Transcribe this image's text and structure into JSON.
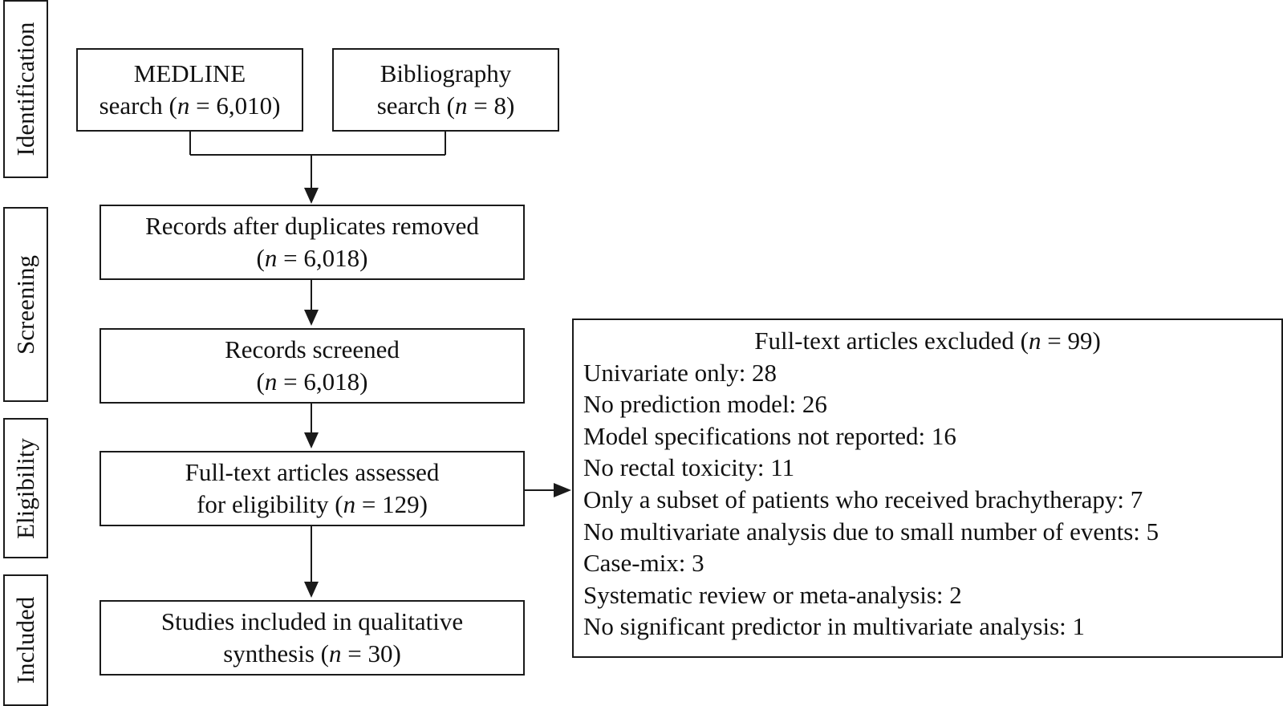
{
  "stages": {
    "identification": "Identification",
    "screening": "Screening",
    "eligibility": "Eligibility",
    "included": "Included"
  },
  "boxes": {
    "medline": {
      "line1": "MEDLINE",
      "line2_pre": "search (",
      "n_symbol": "n",
      "line2_post": " = 6,010)"
    },
    "bibliography": {
      "line1": "Bibliography",
      "line2_pre": "search (",
      "n_symbol": "n",
      "line2_post": " = 8)"
    },
    "after_duplicates": {
      "line1": "Records after duplicates removed",
      "line2_pre": "(",
      "n_symbol": "n",
      "line2_post": " = 6,018)"
    },
    "screened": {
      "line1": "Records screened",
      "line2_pre": "(",
      "n_symbol": "n",
      "line2_post": " = 6,018)"
    },
    "fulltext_assessed": {
      "line1": "Full-text articles assessed",
      "line2_pre": "for eligibility (",
      "n_symbol": "n",
      "line2_post": " = 129)"
    },
    "included_studies": {
      "line1": "Studies included in qualitative",
      "line2_pre": "synthesis (",
      "n_symbol": "n",
      "line2_post": " = 30)"
    }
  },
  "excluded": {
    "title_pre": "Full-text articles excluded (",
    "n_symbol": "n",
    "title_post": " = 99)",
    "reasons": [
      "Univariate only: 28",
      "No prediction model: 26",
      "Model specifications not reported: 16",
      "No rectal toxicity: 11",
      "Only a subset of patients who received brachytherapy: 7",
      "No multivariate analysis due to small number of events: 5",
      "Case-mix: 3",
      "Systematic review or meta-analysis: 2",
      "No significant predictor in multivariate analysis: 1"
    ]
  }
}
